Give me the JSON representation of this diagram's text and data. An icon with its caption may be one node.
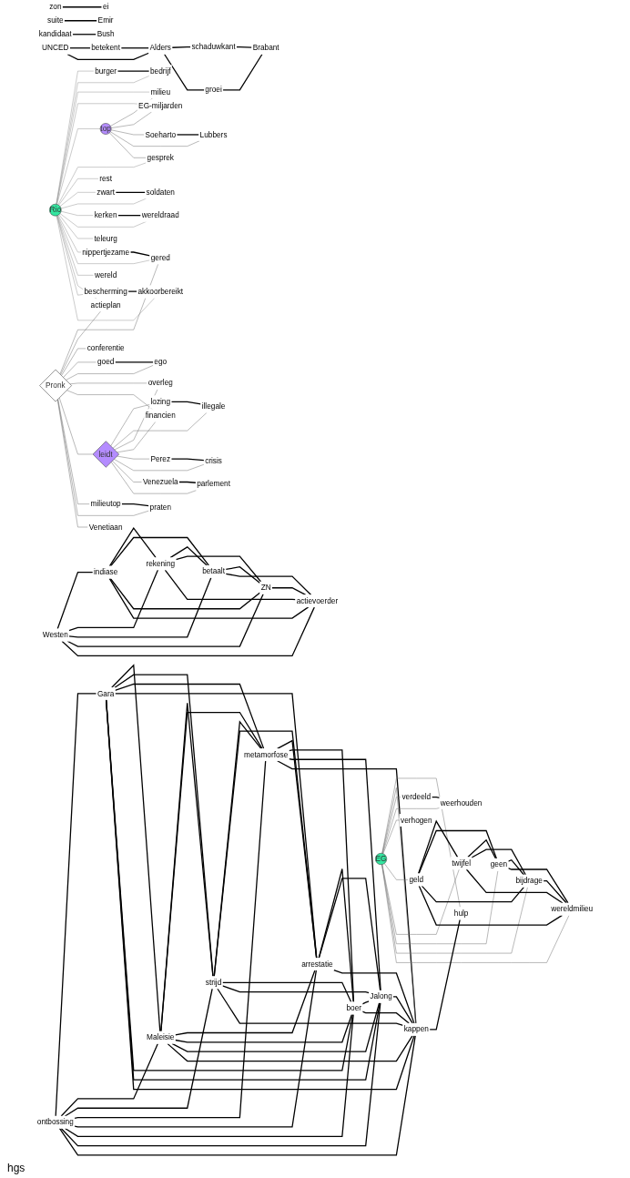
{
  "diagram": {
    "nodes": [
      {
        "text": [
          "Westen"
        ]
      },
      {
        "text": [
          "indiase"
        ]
      },
      {
        "text": [
          "rekening"
        ]
      },
      {
        "text": [
          "betaalt"
        ]
      },
      {
        "text": [
          "ZN"
        ]
      },
      {
        "text": [
          "actievoerder"
        ]
      },
      {
        "text": [
          "zon"
        ]
      },
      {
        "text": [
          "ei"
        ]
      },
      {
        "text": [
          "suite"
        ]
      },
      {
        "text": [
          "Emir"
        ]
      },
      {
        "text": [
          "kandidaat"
        ]
      },
      {
        "text": [
          "Bush"
        ]
      },
      {
        "text": [
          "UNCED"
        ]
      },
      {
        "text": [
          "betekent"
        ]
      },
      {
        "text": [
          "Alders"
        ]
      },
      {
        "text": [
          "schaduwkant"
        ]
      },
      {
        "text": [
          "groei"
        ]
      },
      {
        "text": [
          "Brabant"
        ]
      },
      {
        "text": [
          "Rio"
        ]
      },
      {
        "text": [
          "burger"
        ]
      },
      {
        "text": [
          "bedrijf"
        ]
      },
      {
        "text": [
          "milieu"
        ]
      },
      {
        "text": [
          "EG-miljarden"
        ]
      },
      {
        "text": [
          "top"
        ]
      },
      {
        "text": [
          "Soeharto"
        ]
      },
      {
        "text": [
          "Lubbers"
        ]
      },
      {
        "text": [
          "gesprek"
        ]
      },
      {
        "text": [
          "rest"
        ]
      },
      {
        "text": [
          "zwart"
        ]
      },
      {
        "text": [
          "soldaten"
        ]
      },
      {
        "text": [
          "kerken"
        ]
      },
      {
        "text": [
          "wereldraad"
        ]
      },
      {
        "text": [
          "teleurg"
        ]
      },
      {
        "text": [
          "nippertjezame"
        ]
      },
      {
        "text": [
          "gered"
        ]
      },
      {
        "text": [
          "wereld"
        ]
      },
      {
        "text": [
          "actieplan"
        ]
      },
      {
        "text": [
          "conferentie"
        ]
      },
      {
        "text": [
          "bescherming"
        ]
      },
      {
        "text": [
          "akkoorbereikt"
        ]
      },
      {
        "text": [
          "Pronk"
        ]
      },
      {
        "text": [
          "goed"
        ]
      },
      {
        "text": [
          "ego"
        ]
      },
      {
        "text": [
          "overleg"
        ]
      },
      {
        "text": [
          "financien"
        ]
      },
      {
        "text": [
          "milieutop"
        ]
      },
      {
        "text": [
          "praten"
        ]
      },
      {
        "text": [
          "Venetiaan"
        ]
      },
      {
        "text": [
          "leidt"
        ]
      },
      {
        "text": [
          "lozing"
        ]
      },
      {
        "text": [
          "illegale"
        ]
      },
      {
        "text": [
          "Perez"
        ]
      },
      {
        "text": [
          "crisis"
        ]
      },
      {
        "text": [
          "Venezuela"
        ]
      },
      {
        "text": [
          "parlement"
        ]
      },
      {
        "text": [
          "ontbossing"
        ]
      },
      {
        "text": [
          "Gara"
        ]
      },
      {
        "text": [
          "Maleisie"
        ]
      },
      {
        "text": [
          "strijd"
        ]
      },
      {
        "text": [
          "metamorfose"
        ]
      },
      {
        "text": [
          "arrestatie"
        ]
      },
      {
        "text": [
          "boer"
        ]
      },
      {
        "text": [
          "Jalong"
        ]
      },
      {
        "text": [
          "kappen"
        ]
      },
      {
        "text": [
          "EG"
        ]
      },
      {
        "text": [
          "hulp"
        ]
      },
      {
        "text": [
          "verdeeld"
        ]
      },
      {
        "text": [
          "weerhouden"
        ]
      },
      {
        "text": [
          "verhogen"
        ]
      },
      {
        "text": [
          "geld"
        ]
      },
      {
        "text": [
          "twijfel"
        ]
      },
      {
        "text": [
          "geen"
        ]
      },
      {
        "text": [
          "bijdrage"
        ]
      },
      {
        "text": [
          "wereldmilieu"
        ]
      }
    ],
    "edges": [
      {
        "from": 0,
        "to": 1,
        "arrow": "none"
      },
      {
        "from": 0,
        "to": 2,
        "arrow": "none"
      },
      {
        "from": 0,
        "to": 3,
        "arrow": "none"
      },
      {
        "from": 0,
        "to": 4,
        "arrow": "none"
      },
      {
        "from": 0,
        "to": 5,
        "arrow": "none"
      },
      {
        "from": 1,
        "to": 2,
        "arrow": "none"
      },
      {
        "from": 1,
        "to": 3,
        "arrow": "none"
      },
      {
        "from": 1,
        "to": 4,
        "arrow": "none"
      },
      {
        "from": 1,
        "to": 5,
        "arrow": "none"
      },
      {
        "from": 2,
        "to": 3,
        "arrow": "none"
      },
      {
        "from": 2,
        "to": 4,
        "arrow": "none"
      },
      {
        "from": 2,
        "to": 5,
        "arrow": "none"
      },
      {
        "from": 3,
        "to": 4,
        "arrow": "none"
      },
      {
        "from": 3,
        "to": 5,
        "arrow": "none"
      },
      {
        "from": 4,
        "to": 5,
        "arrow": "none"
      },
      {
        "from": 6,
        "to": 7,
        "arrow": "none"
      },
      {
        "from": 8,
        "to": 9,
        "arrow": "none"
      },
      {
        "from": 10,
        "to": 11,
        "arrow": "none"
      },
      {
        "from": 12,
        "to": 13,
        "arrow": "none"
      },
      {
        "from": 13,
        "to": 14,
        "arrow": "none"
      },
      {
        "from": 12,
        "to": 14,
        "arrow": "none"
      },
      {
        "from": 14,
        "to": 15,
        "arrow": "none"
      },
      {
        "from": 14,
        "to": 16,
        "arrow": "none"
      },
      {
        "from": 16,
        "to": 17,
        "arrow": "none"
      },
      {
        "from": 15,
        "to": 17,
        "arrow": "none"
      },
      {
        "from": 18,
        "to": 19,
        "arrow": "none",
        "color": "#999999"
      },
      {
        "from": 18,
        "to": 20,
        "arrow": "none",
        "color": "#999999"
      },
      {
        "from": 18,
        "to": 21,
        "arrow": "none",
        "color": "#999999"
      },
      {
        "from": 18,
        "to": 22,
        "arrow": "none",
        "color": "#999999"
      },
      {
        "from": 18,
        "to": 23,
        "arrow": "none",
        "color": "#999999"
      },
      {
        "from": 18,
        "to": 26,
        "arrow": "none",
        "color": "#999999"
      },
      {
        "from": 18,
        "to": 27,
        "arrow": "none",
        "color": "#999999"
      },
      {
        "from": 18,
        "to": 28,
        "arrow": "none",
        "color": "#999999"
      },
      {
        "from": 18,
        "to": 29,
        "arrow": "none",
        "color": "#999999"
      },
      {
        "from": 18,
        "to": 30,
        "arrow": "none",
        "color": "#999999"
      },
      {
        "from": 18,
        "to": 31,
        "arrow": "none",
        "color": "#999999"
      },
      {
        "from": 18,
        "to": 32,
        "arrow": "none",
        "color": "#999999"
      },
      {
        "from": 18,
        "to": 33,
        "arrow": "none",
        "color": "#999999"
      },
      {
        "from": 18,
        "to": 34,
        "arrow": "none",
        "color": "#999999"
      },
      {
        "from": 18,
        "to": 35,
        "arrow": "none",
        "color": "#999999"
      },
      {
        "from": 18,
        "to": 36,
        "arrow": "none",
        "color": "#999999"
      },
      {
        "from": 18,
        "to": 38,
        "arrow": "none",
        "color": "#999999"
      },
      {
        "from": 18,
        "to": 39,
        "arrow": "none",
        "color": "#999999"
      },
      {
        "from": 19,
        "to": 20,
        "arrow": "none"
      },
      {
        "from": 23,
        "to": 21,
        "arrow": "none",
        "color": "#777777"
      },
      {
        "from": 23,
        "to": 22,
        "arrow": "none",
        "color": "#777777"
      },
      {
        "from": 23,
        "to": 24,
        "arrow": "none",
        "color": "#777777"
      },
      {
        "from": 23,
        "to": 25,
        "arrow": "none",
        "color": "#777777"
      },
      {
        "from": 23,
        "to": 26,
        "arrow": "none",
        "color": "#777777"
      },
      {
        "from": 24,
        "to": 25,
        "arrow": "none"
      },
      {
        "from": 28,
        "to": 29,
        "arrow": "none"
      },
      {
        "from": 30,
        "to": 31,
        "arrow": "none"
      },
      {
        "from": 33,
        "to": 34,
        "arrow": "none"
      },
      {
        "from": 38,
        "to": 39,
        "arrow": "none"
      },
      {
        "from": 40,
        "to": 34,
        "arrow": "none",
        "color": "#777777"
      },
      {
        "from": 40,
        "to": 36,
        "arrow": "none",
        "color": "#777777"
      },
      {
        "from": 40,
        "to": 37,
        "arrow": "none",
        "color": "#777777"
      },
      {
        "from": 40,
        "to": 41,
        "arrow": "none",
        "color": "#777777"
      },
      {
        "from": 40,
        "to": 42,
        "arrow": "none",
        "color": "#777777"
      },
      {
        "from": 40,
        "to": 43,
        "arrow": "none",
        "color": "#777777"
      },
      {
        "from": 40,
        "to": 44,
        "arrow": "none",
        "color": "#777777"
      },
      {
        "from": 40,
        "to": 48,
        "arrow": "none",
        "color": "#777777"
      },
      {
        "from": 40,
        "to": 45,
        "arrow": "none",
        "color": "#777777"
      },
      {
        "from": 40,
        "to": 46,
        "arrow": "none",
        "color": "#777777"
      },
      {
        "from": 40,
        "to": 47,
        "arrow": "none",
        "color": "#777777"
      },
      {
        "from": 41,
        "to": 42,
        "arrow": "none"
      },
      {
        "from": 45,
        "to": 46,
        "arrow": "none"
      },
      {
        "from": 48,
        "to": 49,
        "arrow": "none",
        "color": "#777777"
      },
      {
        "from": 48,
        "to": 50,
        "arrow": "none",
        "color": "#777777"
      },
      {
        "from": 48,
        "to": 43,
        "arrow": "none",
        "color": "#777777"
      },
      {
        "from": 48,
        "to": 44,
        "arrow": "none",
        "color": "#777777"
      },
      {
        "from": 48,
        "to": 51,
        "arrow": "none",
        "color": "#777777"
      },
      {
        "from": 48,
        "to": 52,
        "arrow": "none",
        "color": "#777777"
      },
      {
        "from": 48,
        "to": 53,
        "arrow": "none",
        "color": "#777777"
      },
      {
        "from": 48,
        "to": 54,
        "arrow": "none",
        "color": "#777777"
      },
      {
        "from": 49,
        "to": 50,
        "arrow": "none"
      },
      {
        "from": 51,
        "to": 52,
        "arrow": "none"
      },
      {
        "from": 53,
        "to": 54,
        "arrow": "none"
      },
      {
        "from": 55,
        "to": 56,
        "arrow": "none"
      },
      {
        "from": 55,
        "to": 57,
        "arrow": "none"
      },
      {
        "from": 55,
        "to": 58,
        "arrow": "none"
      },
      {
        "from": 55,
        "to": 59,
        "arrow": "none"
      },
      {
        "from": 55,
        "to": 60,
        "arrow": "none"
      },
      {
        "from": 55,
        "to": 61,
        "arrow": "none"
      },
      {
        "from": 55,
        "to": 62,
        "arrow": "none"
      },
      {
        "from": 55,
        "to": 63,
        "arrow": "none"
      },
      {
        "from": 56,
        "to": 57,
        "arrow": "none"
      },
      {
        "from": 56,
        "to": 58,
        "arrow": "none"
      },
      {
        "from": 56,
        "to": 59,
        "arrow": "none"
      },
      {
        "from": 56,
        "to": 60,
        "arrow": "none"
      },
      {
        "from": 56,
        "to": 61,
        "arrow": "none"
      },
      {
        "from": 56,
        "to": 62,
        "arrow": "none"
      },
      {
        "from": 56,
        "to": 63,
        "arrow": "none"
      },
      {
        "from": 57,
        "to": 58,
        "arrow": "none"
      },
      {
        "from": 57,
        "to": 59,
        "arrow": "none"
      },
      {
        "from": 57,
        "to": 60,
        "arrow": "none"
      },
      {
        "from": 57,
        "to": 61,
        "arrow": "none"
      },
      {
        "from": 57,
        "to": 62,
        "arrow": "none"
      },
      {
        "from": 57,
        "to": 63,
        "arrow": "none"
      },
      {
        "from": 58,
        "to": 59,
        "arrow": "none"
      },
      {
        "from": 58,
        "to": 60,
        "arrow": "none"
      },
      {
        "from": 58,
        "to": 61,
        "arrow": "none"
      },
      {
        "from": 58,
        "to": 62,
        "arrow": "none"
      },
      {
        "from": 58,
        "to": 63,
        "arrow": "none"
      },
      {
        "from": 59,
        "to": 60,
        "arrow": "none"
      },
      {
        "from": 59,
        "to": 61,
        "arrow": "none"
      },
      {
        "from": 59,
        "to": 62,
        "arrow": "none"
      },
      {
        "from": 59,
        "to": 63,
        "arrow": "none"
      },
      {
        "from": 60,
        "to": 61,
        "arrow": "none"
      },
      {
        "from": 60,
        "to": 62,
        "arrow": "none"
      },
      {
        "from": 60,
        "to": 63,
        "arrow": "none"
      },
      {
        "from": 61,
        "to": 62,
        "arrow": "none"
      },
      {
        "from": 61,
        "to": 63,
        "arrow": "none"
      },
      {
        "from": 62,
        "to": 63,
        "arrow": "none"
      },
      {
        "from": 64,
        "to": 65,
        "arrow": "none",
        "color": "#777777"
      },
      {
        "from": 64,
        "to": 63,
        "arrow": "none",
        "color": "#777777"
      },
      {
        "from": 64,
        "to": 66,
        "arrow": "none",
        "color": "#777777"
      },
      {
        "from": 64,
        "to": 67,
        "arrow": "none",
        "color": "#777777"
      },
      {
        "from": 64,
        "to": 68,
        "arrow": "none",
        "color": "#777777"
      },
      {
        "from": 64,
        "to": 69,
        "arrow": "none",
        "color": "#777777"
      },
      {
        "from": 64,
        "to": 70,
        "arrow": "none",
        "color": "#777777"
      },
      {
        "from": 64,
        "to": 71,
        "arrow": "none",
        "color": "#777777"
      },
      {
        "from": 64,
        "to": 72,
        "arrow": "none",
        "color": "#777777"
      },
      {
        "from": 64,
        "to": 73,
        "arrow": "none",
        "color": "#777777"
      },
      {
        "from": 63,
        "to": 65,
        "arrow": "none"
      },
      {
        "from": 66,
        "to": 67,
        "arrow": "none"
      },
      {
        "from": 69,
        "to": 70,
        "arrow": "none"
      },
      {
        "from": 69,
        "to": 71,
        "arrow": "none"
      },
      {
        "from": 69,
        "to": 72,
        "arrow": "none"
      },
      {
        "from": 69,
        "to": 73,
        "arrow": "none"
      },
      {
        "from": 70,
        "to": 71,
        "arrow": "none"
      },
      {
        "from": 70,
        "to": 72,
        "arrow": "none"
      },
      {
        "from": 70,
        "to": 73,
        "arrow": "none"
      },
      {
        "from": 71,
        "to": 72,
        "arrow": "none"
      },
      {
        "from": 71,
        "to": 73,
        "arrow": "none"
      },
      {
        "from": 72,
        "to": 73,
        "arrow": "none"
      }
    ],
    "labels": [
      "hgs"
    ]
  }
}
